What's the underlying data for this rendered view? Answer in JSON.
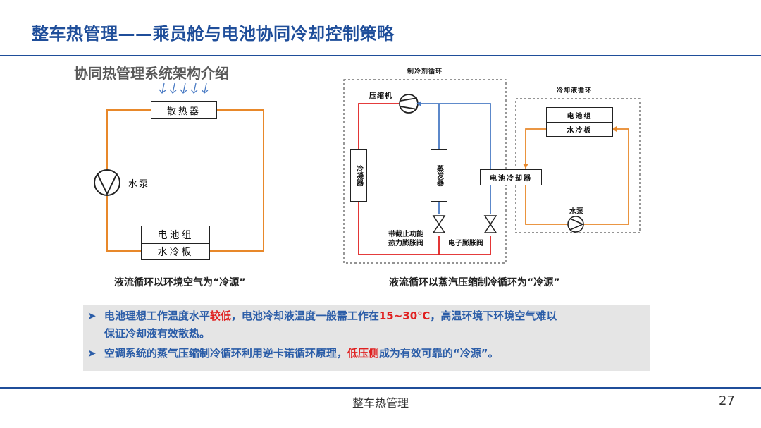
{
  "slide": {
    "title": "整车热管理——乘员舱与电池协同冷却控制策略",
    "subtitle": "协同热管理系统架构介绍",
    "footer": "整车热管理",
    "page_number": "27"
  },
  "left_diagram": {
    "radiator": "散热器",
    "pump": "水泵",
    "battery": "电池组",
    "cold_plate": "水冷板",
    "caption": "液流循环以环境空气为“冷源”"
  },
  "right_diagram": {
    "refrigerant_loop": "制冷剂循环",
    "coolant_loop": "冷却液循环",
    "compressor": "压缩机",
    "condenser": "冷凝器",
    "evaporator": "蒸发器",
    "chiller": "电池冷却器",
    "battery": "电池组",
    "cold_plate": "水冷板",
    "pump": "水泵",
    "txv_line1": "带截止功能",
    "txv_line2": "热力膨胀阀",
    "eev": "电子膨胀阀",
    "caption": "液流循环以蒸汽压缩制冷循环为“冷源”"
  },
  "bullets": {
    "b1_part1": "电池理想工作温度水平",
    "b1_red1": "较低",
    "b1_part2": "，电池冷却液温度一般需工作在",
    "b1_red2": "15~30℃",
    "b1_part3": "，高温环境下环境空气难以",
    "b1_line2": "保证冷却液有效散热。",
    "b2_part1": "空调系统的蒸气压缩制冷循环利用逆卡诺循环原理，",
    "b2_red": "低压侧",
    "b2_part2": "成为有效可靠的“冷源”。"
  },
  "colors": {
    "title_blue": "#1f4e9a",
    "coolant_orange": "#e8882a",
    "refrigerant_red": "#e02020",
    "refrigerant_blue": "#4a7bc4",
    "bullet_blue": "#2b5da8"
  }
}
